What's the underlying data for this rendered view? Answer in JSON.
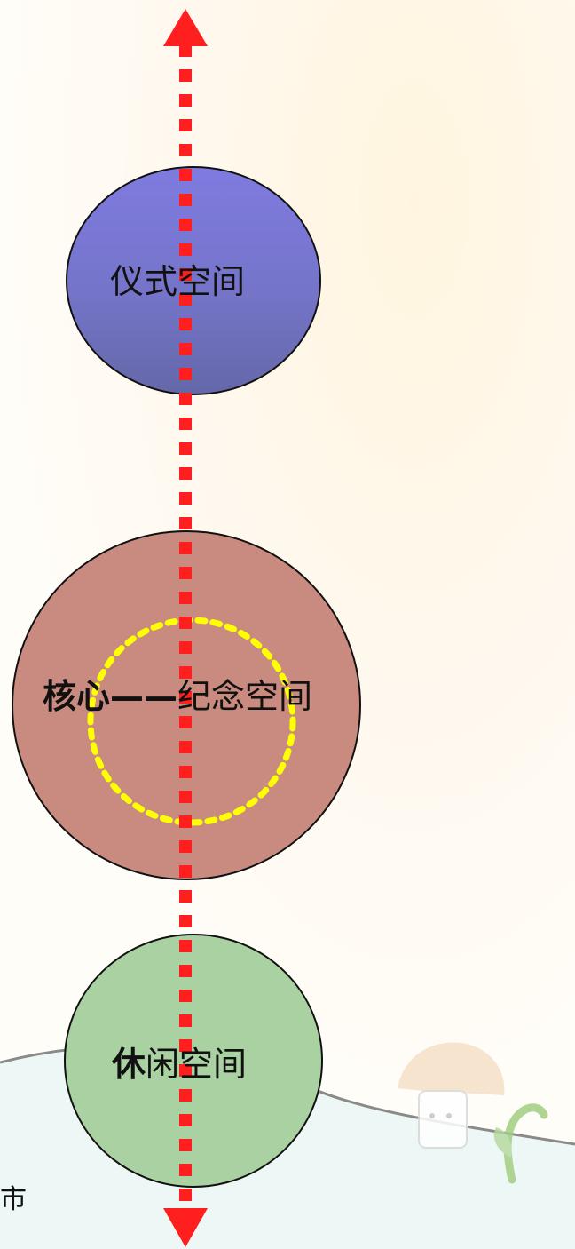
{
  "diagram": {
    "nodes": [
      {
        "id": "ritual",
        "label": "仪式空间",
        "fill": "#7a7ad1"
      },
      {
        "id": "core",
        "label_strong": "核心——",
        "label_rest": "纪念空间",
        "fill": "#c98b7f"
      },
      {
        "id": "leisure",
        "label_strong": "休",
        "label_rest": "闲空间",
        "fill": "#a9d1a2"
      }
    ],
    "axis": {
      "color": "#ff1f1f"
    },
    "focus_ring": {
      "color": "#ffff00"
    }
  },
  "background": {
    "corner_text": "市",
    "cloud_color": "#edf7f6",
    "accent_color": "#f6e0c8"
  }
}
